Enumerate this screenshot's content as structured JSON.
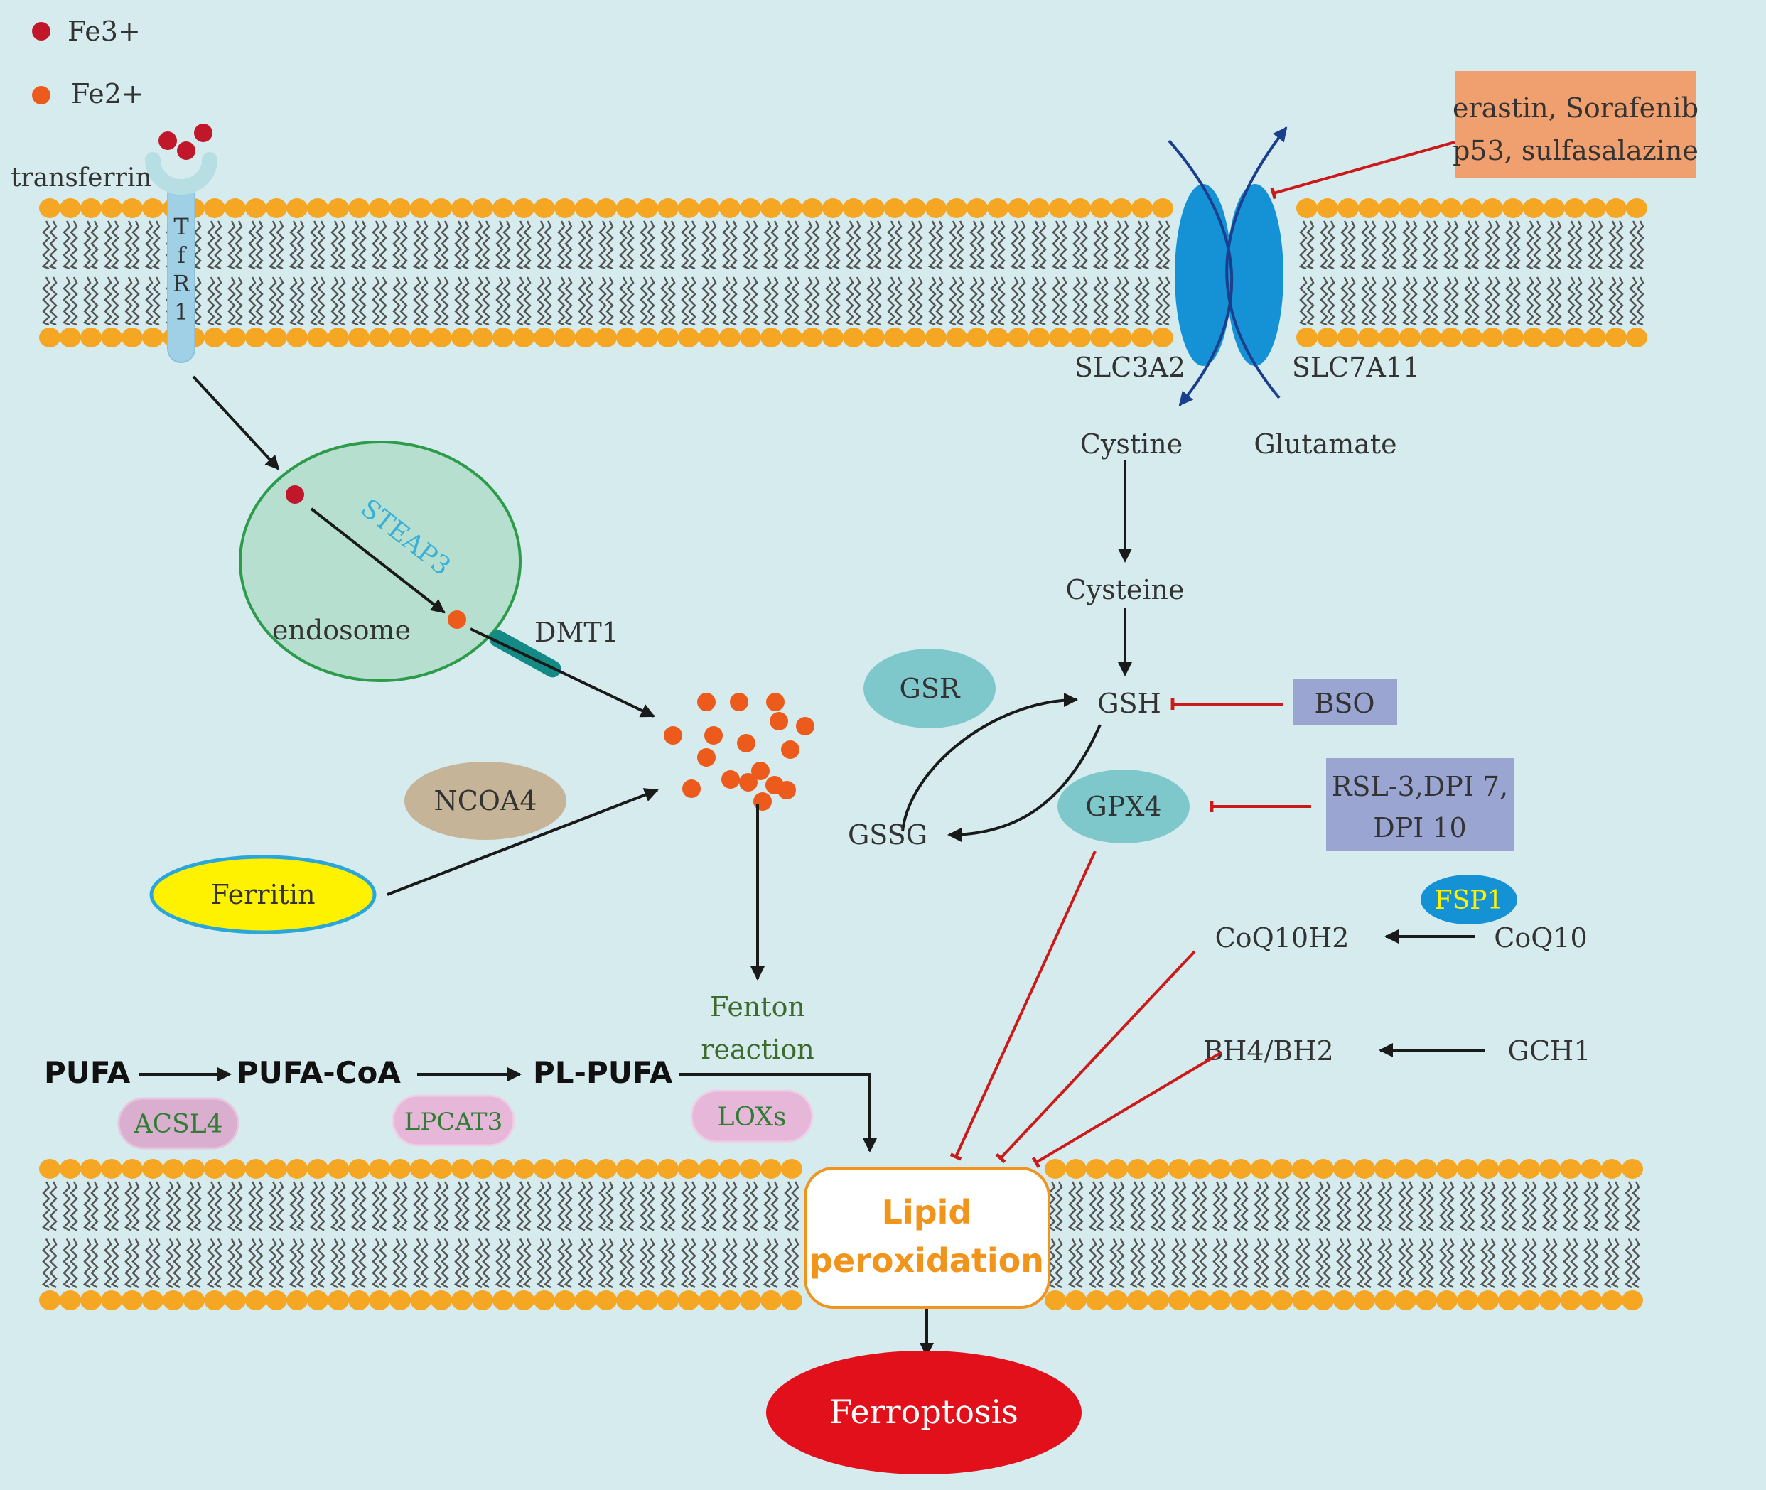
{
  "colors": {
    "background": "#d6ebee",
    "lipid_head": "#f5a623",
    "lipid_tail": "#555555",
    "fe3": "#c0172b",
    "fe2": "#ec5a1c",
    "inhibitor": "#cc1a1a",
    "arrow": "#1a1a1a",
    "transporter": "#1592d6",
    "ferroptosis": "#e2101a",
    "lipid_peroxidation_text": "#f0941c"
  },
  "legend": {
    "fe3": "Fe3+",
    "fe2": "Fe2+"
  },
  "iron_import": {
    "transferrin": "transferrin",
    "tfr1_letters": [
      "T",
      "f",
      "R",
      "1"
    ],
    "endosome": "endosome",
    "steap3": "STEAP3",
    "dmt1": "DMT1",
    "ncoa4": "NCOA4",
    "ferritin": "Ferritin",
    "fenton_line1": "Fenton",
    "fenton_line2": "reaction"
  },
  "system_xc": {
    "slc3a2": "SLC3A2",
    "slc7a11": "SLC7A11",
    "cystine": "Cystine",
    "glutamate": "Glutamate",
    "cysteine": "Cysteine",
    "inhibitor_line1": "erastin, Sorafenib",
    "inhibitor_line2": "p53, sulfasalazine"
  },
  "gsh_cycle": {
    "gsr": "GSR",
    "gsh": "GSH",
    "gssg": "GSSG",
    "gpx4": "GPX4",
    "bso": "BSO",
    "gpx4_inhibitor_line1": "RSL-3,DPI 7,",
    "gpx4_inhibitor_line2": "DPI 10"
  },
  "fsp1_axis": {
    "fsp1": "FSP1",
    "coq10h2": "CoQ10H2",
    "coq10": "CoQ10",
    "bh4": "BH4/BH2",
    "gch1": "GCH1"
  },
  "lipid_pathway": {
    "pufa": "PUFA",
    "pufa_coa": "PUFA-CoA",
    "pl_pufa": "PL-PUFA",
    "acsl4": "ACSL4",
    "lpcat3": "LPCAT3",
    "loxs": "LOXs",
    "lipid_line1": "Lipid",
    "lipid_line2": "peroxidation",
    "ferroptosis": "Ferroptosis"
  }
}
